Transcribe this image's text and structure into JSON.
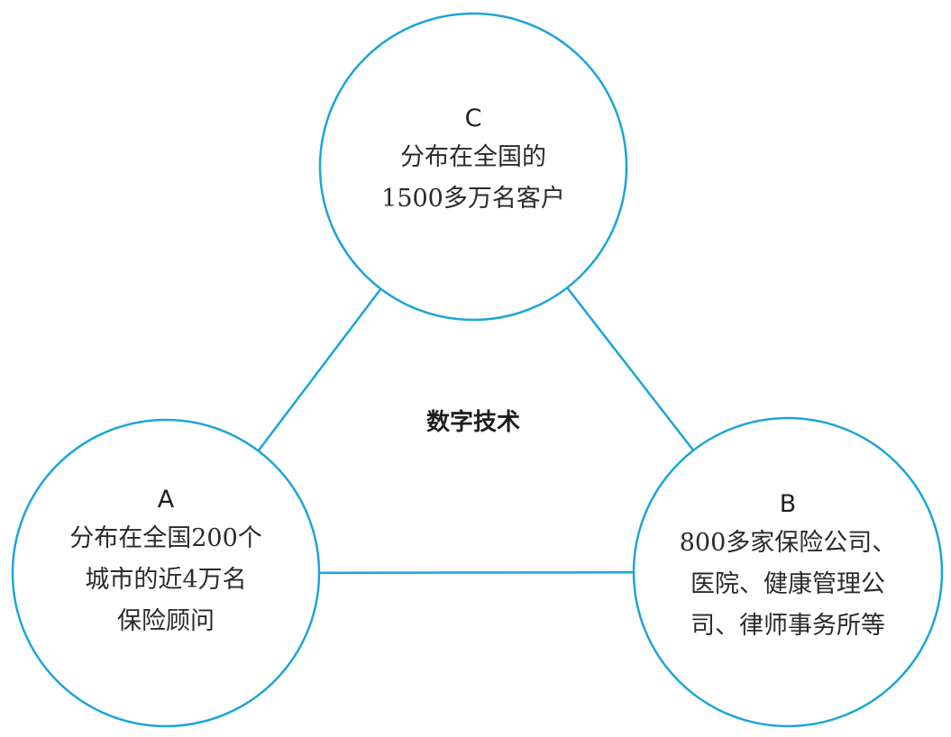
{
  "diagram": {
    "center_label": "数字技术",
    "line_color": "#1ba5d9",
    "nodes": [
      {
        "id": "C",
        "letter": "C",
        "lines": [
          "分布在全国的",
          "1500多万名客户"
        ]
      },
      {
        "id": "A",
        "letter": "A",
        "lines": [
          "分布在全国200个",
          "城市的近4万名",
          "保险顾问"
        ]
      },
      {
        "id": "B",
        "letter": "B",
        "lines": [
          "800多家保险公司、",
          "医院、健康管理公",
          "司、律师事务所等"
        ]
      }
    ],
    "connections": [
      {
        "from": "A",
        "to": "C"
      },
      {
        "from": "C",
        "to": "B"
      },
      {
        "from": "A",
        "to": "B"
      }
    ]
  }
}
